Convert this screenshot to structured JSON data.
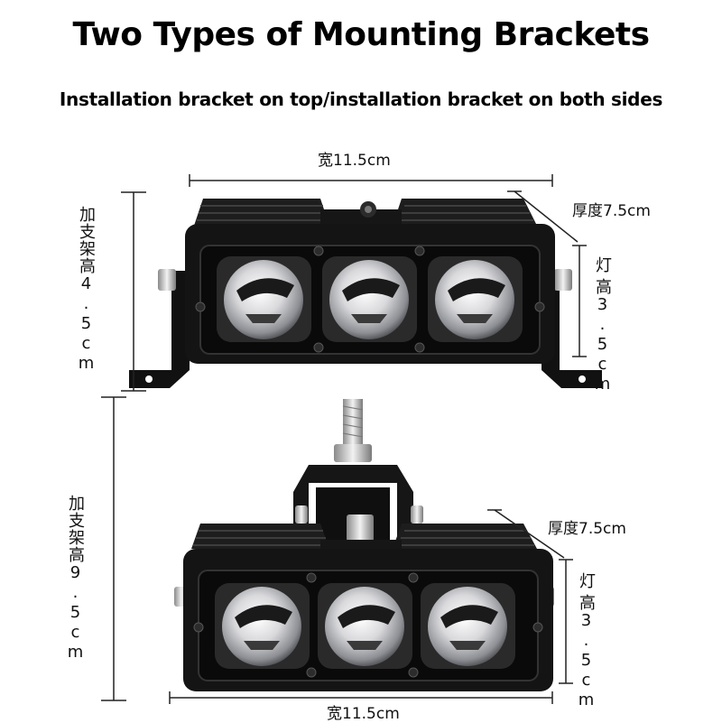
{
  "header": {
    "title": "Two Types of Mounting Brackets",
    "subtitle": "Installation bracket on top/installation bracket on both sides"
  },
  "top_diagram": {
    "width_label": "宽11.5cm",
    "thickness_label": "厚度7.5cm",
    "light_height_label_a": "灯",
    "light_height_label_b": "高3.5cm",
    "bracket_height_label": "加支架高4.5cm"
  },
  "bottom_diagram": {
    "width_label": "宽11.5cm",
    "thickness_label": "厚度7.5cm",
    "light_height_label_a": "灯",
    "light_height_label_b": "高3.5cm",
    "bracket_height_label": "加支架高9.5cm"
  },
  "colors": {
    "housing": "#141414",
    "lens_frame": "#2a2a2a",
    "lens_light": "#e8e8ea",
    "dimension_line": "#222222"
  }
}
